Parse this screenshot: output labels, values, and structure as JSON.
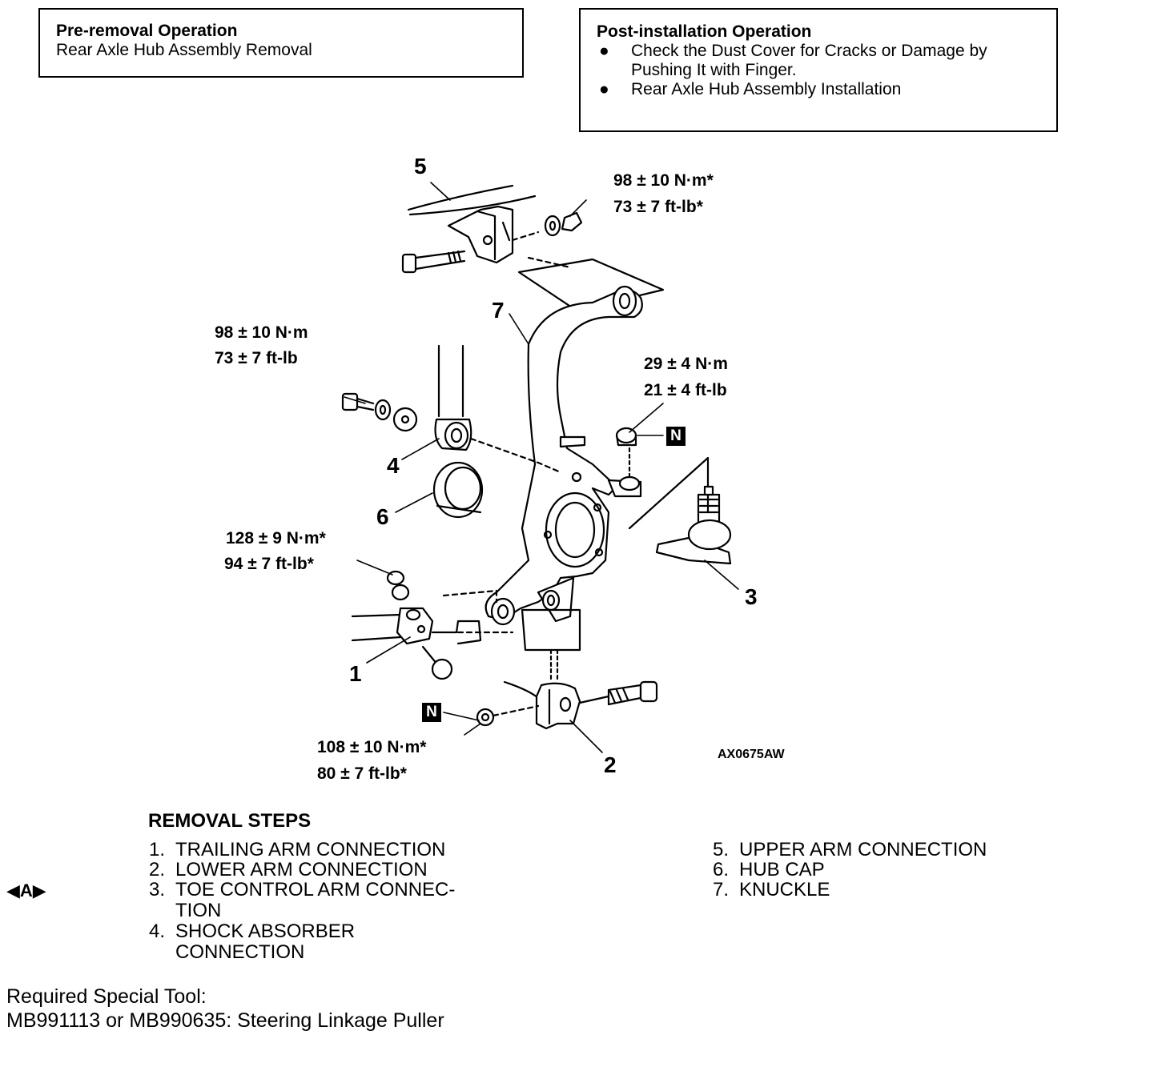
{
  "pre_removal": {
    "title": "Pre-removal Operation",
    "items": [
      "Rear Axle Hub Assembly Removal"
    ]
  },
  "post_installation": {
    "title": "Post-installation Operation",
    "bullet": "●",
    "items": [
      "Check the Dust Cover for Cracks or Damage by Pushing It with Finger.",
      "Rear Axle Hub Assembly Installation"
    ]
  },
  "diagram": {
    "part_numbers": [
      "1",
      "2",
      "3",
      "4",
      "5",
      "6",
      "7"
    ],
    "torques": {
      "upper_arm_nm": "98 ± 10 N·m*",
      "upper_arm_ftlb": "73 ± 7 ft-lb*",
      "shock_nm": "98 ± 10 N·m",
      "shock_ftlb": "73 ± 7 ft-lb",
      "toe_nm": "29 ± 4 N·m",
      "toe_ftlb": "21 ± 4 ft-lb",
      "trailing_nm": "128 ± 9 N·m*",
      "trailing_ftlb": "94 ± 7 ft-lb*",
      "lower_nm": "108 ± 10 N·m*",
      "lower_ftlb": "80 ± 7 ft-lb*"
    },
    "n_mark": "N",
    "figure_code": "AX0675AW"
  },
  "removal_steps": {
    "title": "REMOVAL STEPS",
    "marker": "◀A▶",
    "steps": [
      {
        "num": "1.",
        "text": "TRAILING ARM CONNECTION",
        "cont": ""
      },
      {
        "num": "2.",
        "text": "LOWER ARM CONNECTION",
        "cont": ""
      },
      {
        "num": "3.",
        "text": "TOE CONTROL ARM CONNEC-",
        "cont": "TION"
      },
      {
        "num": "4.",
        "text": "SHOCK ABSORBER",
        "cont": "CONNECTION"
      },
      {
        "num": "5.",
        "text": "UPPER ARM CONNECTION",
        "cont": ""
      },
      {
        "num": "6.",
        "text": "HUB CAP",
        "cont": ""
      },
      {
        "num": "7.",
        "text": "KNUCKLE",
        "cont": ""
      }
    ]
  },
  "special_tool": {
    "label": "Required Special Tool:",
    "value": "MB991113 or MB990635: Steering Linkage Puller"
  }
}
